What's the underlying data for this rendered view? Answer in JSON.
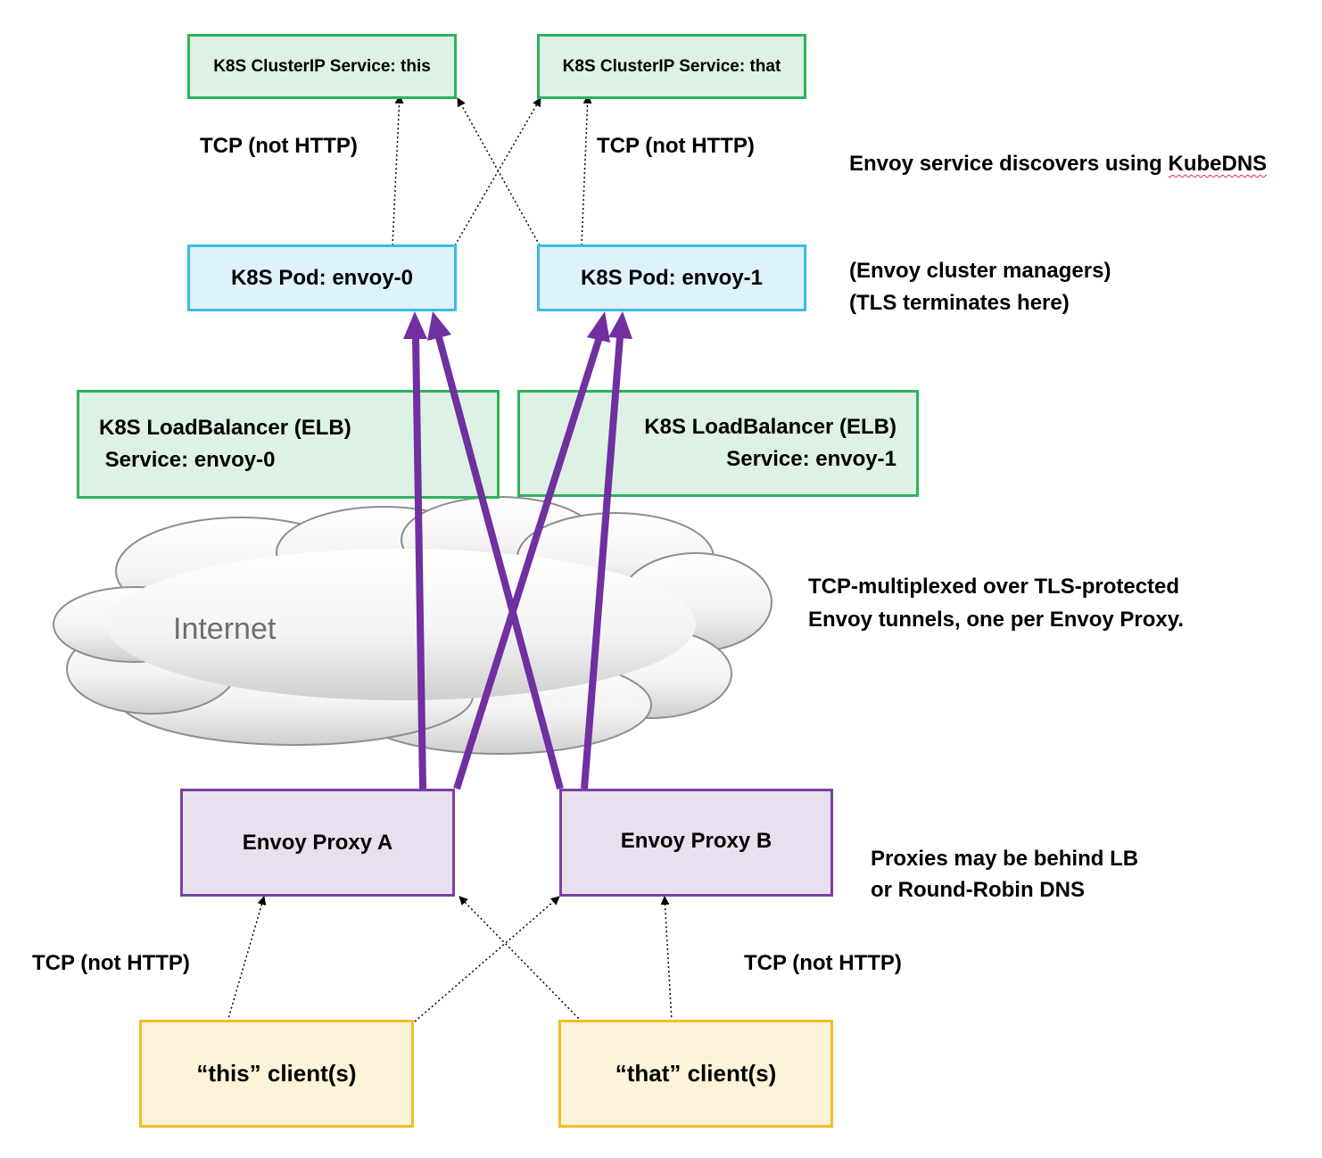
{
  "services": {
    "this_label": "K8S ClusterIP Service: this",
    "that_label": "K8S ClusterIP Service: that"
  },
  "pods": {
    "envoy0_label": "K8S Pod: envoy-0",
    "envoy1_label": "K8S Pod: envoy-1"
  },
  "loadbalancers": {
    "lb0_line1": "K8S LoadBalancer (ELB)",
    "lb0_line2": " Service: envoy-0",
    "lb1_line1": "K8S LoadBalancer (ELB)",
    "lb1_line2": "Service: envoy-1"
  },
  "cloud": {
    "label": "Internet"
  },
  "proxies": {
    "a_label": "Envoy Proxy A",
    "b_label": "Envoy Proxy B"
  },
  "clients": {
    "this_label": "“this” client(s)",
    "that_label": "“that” client(s)"
  },
  "edge_labels": {
    "top_left": "TCP (not HTTP)",
    "top_right": "TCP (not HTTP)",
    "bottom_left": "TCP (not HTTP)",
    "bottom_right": "TCP (not HTTP)"
  },
  "annotations": {
    "discovery_prefix": "Envoy service discovers using ",
    "discovery_word": "KubeDNS",
    "cluster_managers": "(Envoy cluster managers)",
    "tls_terminates": "(TLS terminates here)",
    "tunnels_line1": "TCP-multiplexed over TLS-protected",
    "tunnels_line2": "Envoy tunnels, one per Envoy Proxy.",
    "proxies_line1": "Proxies may be behind LB",
    "proxies_line2": "or Round-Robin DNS"
  },
  "colors": {
    "service_border": "#2fb25c",
    "pod_border": "#3dbbe8",
    "proxy_border": "#7a3fa0",
    "client_border": "#f6bb2a",
    "tunnel_arrow": "#7030a0"
  }
}
